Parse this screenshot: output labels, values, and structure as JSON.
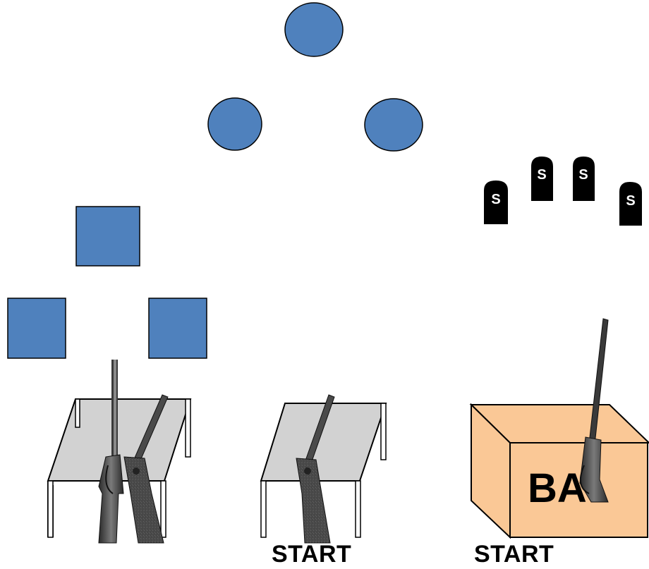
{
  "colors": {
    "target_fill": "#4f81bd",
    "target_stroke": "#2f4f7f",
    "table_top": "#d2d2d2",
    "box_fill": "#fac896",
    "rifle_dark": "#3a3a3a",
    "shotgun_dark": "#555555"
  },
  "stage": {
    "circle_targets": [
      "circle-target",
      "circle-target",
      "circle-target"
    ],
    "square_targets": [
      "square-target",
      "square-target",
      "square-target"
    ],
    "silhouette_targets": [
      {
        "letter": "S"
      },
      {
        "letter": "S"
      },
      {
        "letter": "S"
      },
      {
        "letter": "S"
      }
    ],
    "box_text": "BA",
    "start_labels": [
      "START",
      "START"
    ]
  }
}
